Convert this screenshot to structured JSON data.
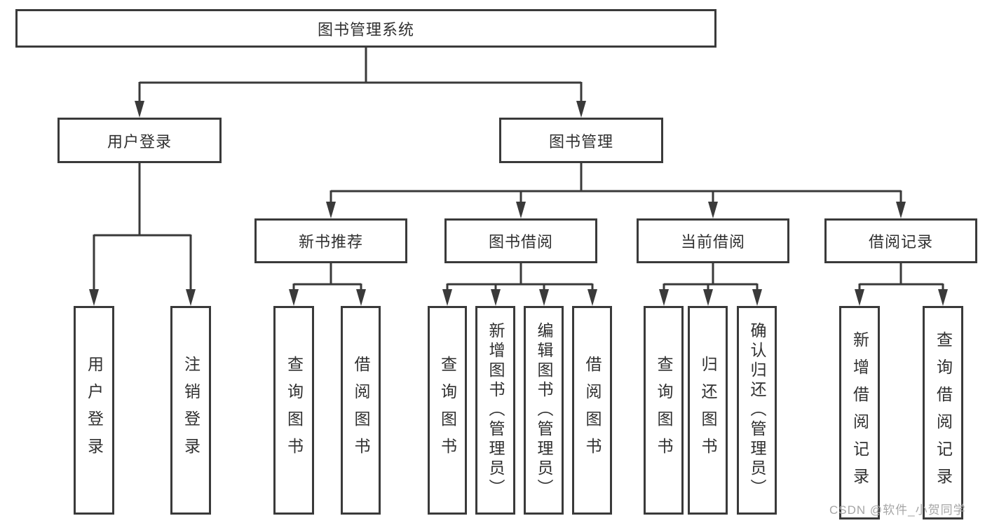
{
  "tree": {
    "label": "图书管理系统",
    "children": [
      {
        "label": "用户登录",
        "children": [
          {
            "label": "用户登录"
          },
          {
            "label": "注销登录"
          }
        ]
      },
      {
        "label": "图书管理",
        "children": [
          {
            "label": "新书推荐",
            "children": [
              {
                "label": "查询图书"
              },
              {
                "label": "借阅图书"
              }
            ]
          },
          {
            "label": "图书借阅",
            "children": [
              {
                "label": "查询图书"
              },
              {
                "label": "新增图书（管理员）"
              },
              {
                "label": "编辑图书（管理员）"
              },
              {
                "label": "借阅图书"
              }
            ]
          },
          {
            "label": "当前借阅",
            "children": [
              {
                "label": "查询图书"
              },
              {
                "label": "归还图书"
              },
              {
                "label": "确认归还（管理员）"
              }
            ]
          },
          {
            "label": "借阅记录",
            "children": [
              {
                "label": "新增借阅记录"
              },
              {
                "label": "查询借阅记录"
              }
            ]
          }
        ]
      }
    ]
  },
  "watermark": {
    "text": "CSDN @软件_小贺同学"
  },
  "colors": {
    "line": "#3a3a3a",
    "text": "#303030",
    "watermark": "#a6a6a6",
    "background": "#ffffff"
  }
}
